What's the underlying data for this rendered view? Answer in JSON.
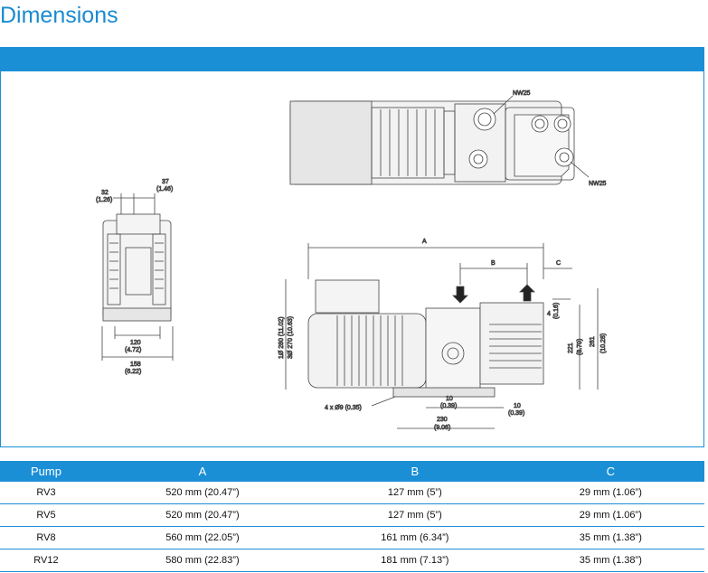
{
  "page": {
    "title": "Dimensions"
  },
  "drawing_labels": {
    "nw25_top": "NW25",
    "nw25_bottom": "NW25",
    "d32": "32",
    "d32_in": "(1.26)",
    "d37": "37",
    "d37_in": "(1.46)",
    "d120": "120",
    "d120_in": "(4.72)",
    "d158": "158",
    "d158_in": "(6.22)",
    "a": "A",
    "b": "B",
    "c": "C",
    "d4": "4",
    "d4_in": "(0.16)",
    "d221": "221",
    "d221_in": "(8.70)",
    "d261": "261",
    "d261_in": "(10.28)",
    "d1ph": "1Ø 280 (11.02)",
    "d3ph": "3Ø 270 (10.63)",
    "holes": "4 x Ø9 (0.35)",
    "d10a": "10",
    "d10a_in": "(0.39)",
    "d10b": "10",
    "d10b_in": "(0.39)",
    "d230": "230",
    "d230_in": "(9.06)"
  },
  "table": {
    "headers": [
      "Pump",
      "A",
      "B",
      "C"
    ],
    "rows": [
      [
        "RV3",
        "520 mm (20.47”)",
        "127 mm (5”)",
        "29 mm (1.06”)"
      ],
      [
        "RV5",
        "520 mm (20.47”)",
        "127 mm (5”)",
        "29 mm (1.06”)"
      ],
      [
        "RV8",
        "560 mm (22.05”)",
        "161 mm (6.34”)",
        "35 mm (1.38”)"
      ],
      [
        "RV12",
        "580 mm (22.83”)",
        "181 mm (7.13”)",
        "35 mm (1.38”)"
      ]
    ]
  }
}
